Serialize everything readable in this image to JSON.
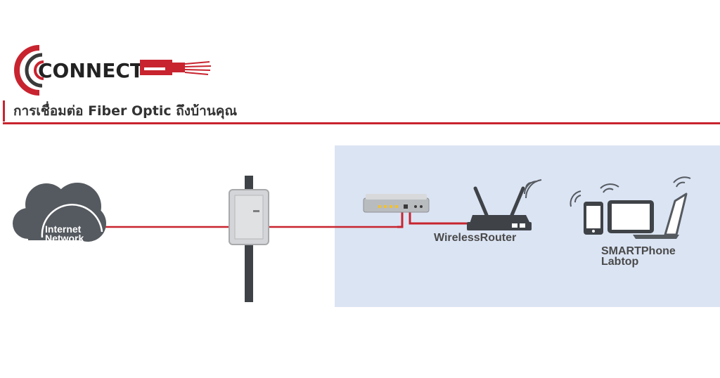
{
  "logo": {
    "brand_text": "CONNECT",
    "icon": "connect-ring-logo",
    "fiber_icon": "fiber-cable-icon",
    "brand_color": "#c8242f"
  },
  "heading": {
    "text": "การเชื่อมต่อ Fiber Optic ถึงบ้านคุณ"
  },
  "colors": {
    "accent": "#c8242f",
    "home_zone": "#dbe4f3",
    "cloud": "#555a60",
    "device_dark": "#3f4348"
  },
  "diagram": {
    "cloud_label": [
      "Internet",
      "Network"
    ],
    "router_label": "WirelessRouter",
    "devices_label": [
      "SMARTPhone",
      "Labtop"
    ],
    "icons": [
      "cloud-icon",
      "fiber-termination-box-icon",
      "ont-modem-icon",
      "wireless-router-icon",
      "smartphone-icon",
      "tablet-icon",
      "laptop-icon",
      "wifi-signal-icon"
    ]
  }
}
